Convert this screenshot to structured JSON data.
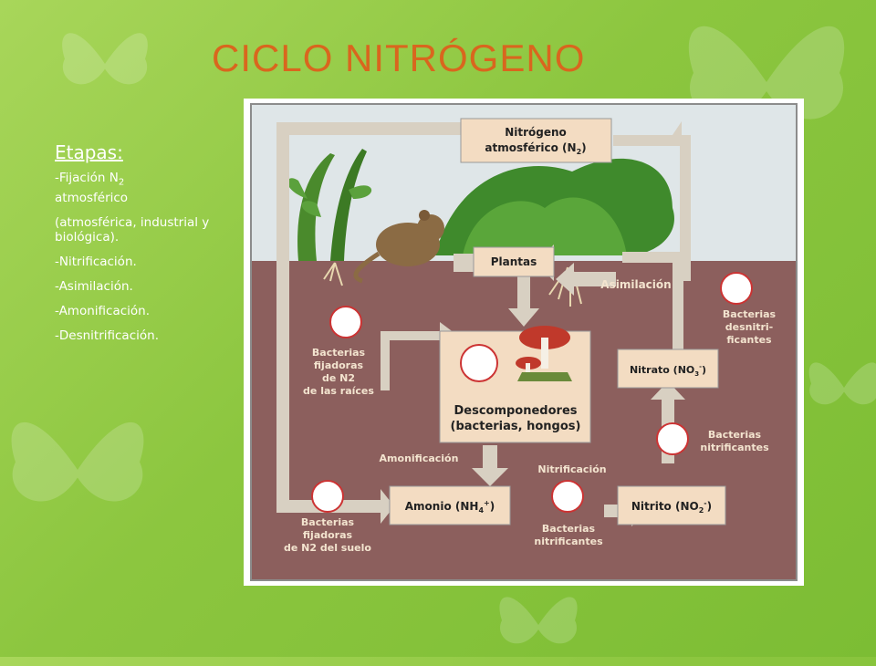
{
  "slide": {
    "title": "CICLO NITRÓGENO",
    "bg_color": "#8cc63f",
    "title_color": "#d9661e"
  },
  "sidebar": {
    "heading": "Etapas:",
    "items": [
      {
        "text": "-Fijación N",
        "sub": "2",
        "rest": " atmosférico"
      },
      {
        "text": "(atmosférica, industrial y biológica)."
      },
      {
        "text": "-Nitrificación."
      },
      {
        "text": "-Asimilación."
      },
      {
        "text": "-Amonificación."
      },
      {
        "text": "-Desnitrificación."
      }
    ]
  },
  "diagram": {
    "n2_box": {
      "line1": "Nitrógeno",
      "line2": "atmosférico (N",
      "sub": "2",
      "close": ")"
    },
    "plantas": "Plantas",
    "asimilacion": "Asimilación",
    "descomp": {
      "line1": "Descomponedores",
      "line2": "(bacterias, hongos)"
    },
    "bact_raices": [
      "Bacterias",
      "fijadoras",
      "de N2",
      "de las raíces"
    ],
    "bact_desnit": [
      "Bacterias",
      "desnitri-",
      "ficantes"
    ],
    "nitrato": {
      "text": "Nitrato (NO",
      "sub": "3",
      "sup": "-",
      "close": ")"
    },
    "bact_nitrif_right": [
      "Bacterias",
      "nitrificantes"
    ],
    "amonificacion": "Amonificación",
    "nitrificacion": "Nitrificación",
    "amonio": {
      "text": "Amonio (NH",
      "sub": "4",
      "sup": "+",
      "close": ")"
    },
    "nitrito": {
      "text": "Nitrito (NO",
      "sub": "2",
      "sup": "-",
      "close": ")"
    },
    "bact_suelo": [
      "Bacterias",
      "fijadoras",
      "de N2 del suelo"
    ],
    "bact_nitrif_bottom": [
      "Bacterias",
      "nitrificantes"
    ],
    "colors": {
      "sky": "#dfe6e8",
      "soil": "#8c5f5d",
      "box": "#f3dcc2",
      "arrow": "#d8d0c2",
      "label": "#f3e4cf"
    }
  }
}
